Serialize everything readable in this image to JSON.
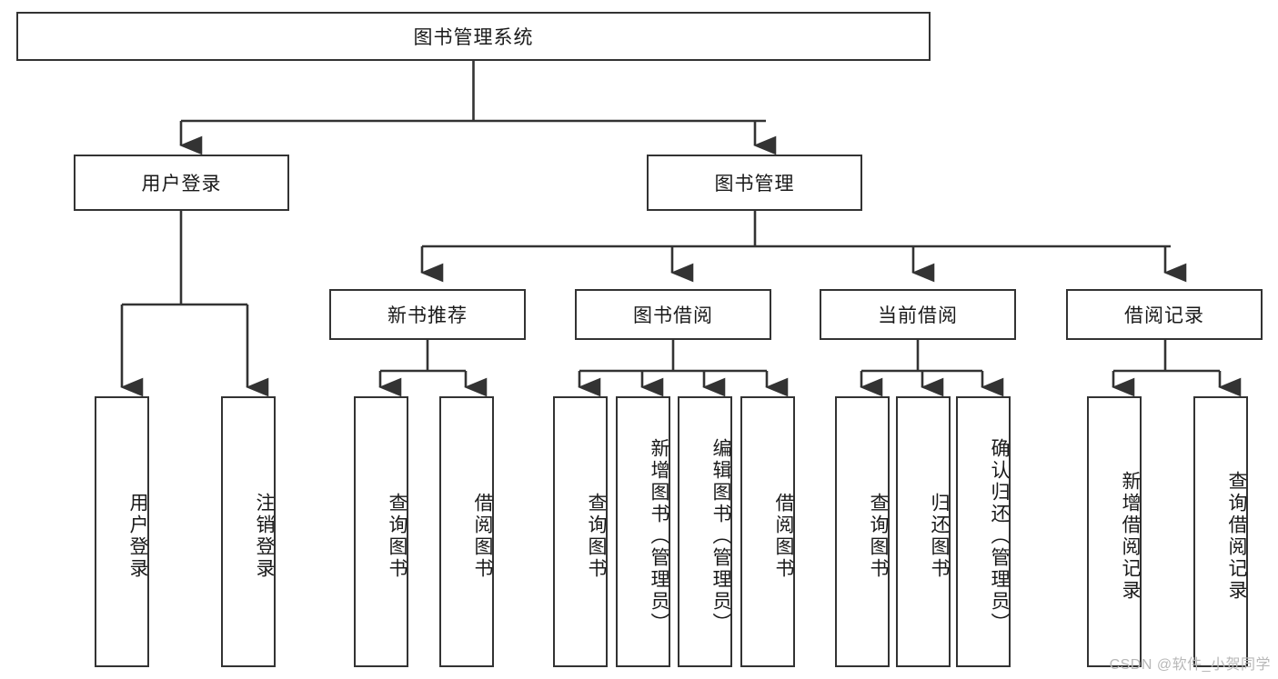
{
  "diagram": {
    "title": "图书管理系统",
    "watermark": "CSDN @软件_小贺同学",
    "levels": {
      "root": {
        "label": "图书管理系统"
      },
      "level2": [
        {
          "id": "user-login",
          "label": "用户登录"
        },
        {
          "id": "book-manage",
          "label": "图书管理"
        }
      ],
      "level3": [
        {
          "id": "new-book-recommend",
          "label": "新书推荐"
        },
        {
          "id": "book-borrow",
          "label": "图书借阅"
        },
        {
          "id": "current-borrow",
          "label": "当前借阅"
        },
        {
          "id": "borrow-record",
          "label": "借阅记录"
        }
      ],
      "leaves": {
        "user_login": [
          {
            "id": "leaf-user-login",
            "label": "用户登录"
          },
          {
            "id": "leaf-logout-login",
            "label": "注销登录"
          }
        ],
        "new_book_recommend": [
          {
            "id": "leaf-query-book-1",
            "label": "查询图书"
          },
          {
            "id": "leaf-borrow-book-1",
            "label": "借阅图书"
          }
        ],
        "book_borrow": [
          {
            "id": "leaf-query-book-2",
            "label": "查询图书"
          },
          {
            "id": "leaf-add-book",
            "label": "新增图书（管理员）"
          },
          {
            "id": "leaf-edit-book",
            "label": "编辑图书（管理员）"
          },
          {
            "id": "leaf-borrow-book-2",
            "label": "借阅图书"
          }
        ],
        "current_borrow": [
          {
            "id": "leaf-query-book-3",
            "label": "查询图书"
          },
          {
            "id": "leaf-return-book",
            "label": "归还图书"
          },
          {
            "id": "leaf-confirm-return",
            "label": "确认归还（管理员）"
          }
        ],
        "borrow_record": [
          {
            "id": "leaf-add-borrow-record",
            "label": "新增借阅记录"
          },
          {
            "id": "leaf-query-borrow-record",
            "label": "查询借阅记录"
          }
        ]
      }
    },
    "colors": {
      "stroke": "#333333",
      "box_fill": "#ffffff",
      "text": "#1a1a1a",
      "watermark": "#b8b8b8"
    }
  }
}
